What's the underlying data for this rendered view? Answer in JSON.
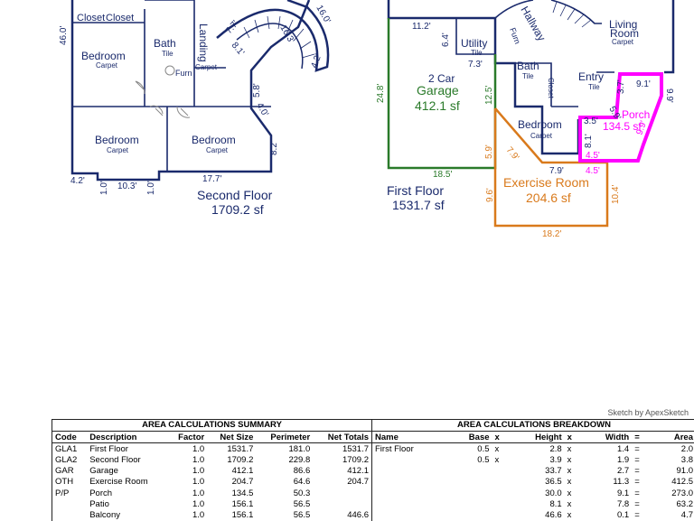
{
  "credit": "Sketch by ApexSketch",
  "second_floor": {
    "title": "Second Floor",
    "area": "1709.2 sf",
    "rooms": {
      "closet1": "Closet",
      "closet2": "Closet",
      "bedroom1": "Bedroom",
      "bedroom1_floor": "Carpet",
      "bath": "Bath",
      "bath_floor": "Tile",
      "furn": "Furn",
      "landing": "Landing",
      "landing_floor": "Carpet",
      "bedroom2": "Bedroom",
      "bedroom2_floor": "Carpet",
      "bedroom3": "Bedroom",
      "bedroom3_floor": "Carpet"
    },
    "dims": {
      "d46": "46.0'",
      "d77": "7.7'",
      "d163": "16.3'",
      "d160": "16.0'",
      "d81": "8.1'",
      "d42a": "4.2'",
      "d58": "5.8'",
      "d40": "4.0'",
      "d82": "8.2'",
      "d42b": "4.2'",
      "d10a": "1.0'",
      "d103": "10.3'",
      "d10b": "1.0'",
      "d177": "17.7'"
    }
  },
  "first_floor": {
    "title": "First Floor",
    "area": "1531.7 sf",
    "rooms": {
      "hallway": "Hallway",
      "furn": "Furn",
      "utility": "Utility",
      "utility_floor": "Tile",
      "garage1": "2 Car",
      "garage2": "Garage",
      "garage_area": "412.1 sf",
      "bath": "Bath",
      "bath_floor": "Tile",
      "closet": "Closet",
      "entry": "Entry",
      "entry_floor": "Tile",
      "living1": "Living",
      "living2": "Room",
      "living_floor": "Carpet",
      "bedroom": "Bedroom",
      "bedroom_floor": "Carpet",
      "porch": "Porch",
      "porch_area": "134.5 sf",
      "exercise": "Exercise Room",
      "exercise_area": "204.6 sf"
    },
    "dims": {
      "d112": "11.2'",
      "d64": "6.4'",
      "d73": "7.3'",
      "d248": "24.8'",
      "d125": "12.5'",
      "d185": "18.5'",
      "d59": "5.9'",
      "d79a": "7.9'",
      "d79b": "7.9'",
      "d96": "9.6'",
      "d182": "18.2'",
      "d104": "10.4'",
      "d91": "9.1'",
      "d37": "3.7'",
      "d99a": "9.9'",
      "d99b": "9.9'",
      "d35": "3.5'",
      "d59b": "5.9'",
      "d81": "8.1'",
      "d45a": "4.5'",
      "d45b": "4.5'"
    }
  },
  "summary": {
    "caption": "AREA CALCULATIONS SUMMARY",
    "headers": [
      "Code",
      "Description",
      "Factor",
      "Net Size",
      "Perimeter",
      "Net Totals"
    ],
    "rows": [
      [
        "GLA1",
        "First Floor",
        "1.0",
        "1531.7",
        "181.0",
        "1531.7"
      ],
      [
        "GLA2",
        "Second Floor",
        "1.0",
        "1709.2",
        "229.8",
        "1709.2"
      ],
      [
        "GAR",
        "Garage",
        "1.0",
        "412.1",
        "86.6",
        "412.1"
      ],
      [
        "OTH",
        "Exercise Room",
        "1.0",
        "204.7",
        "64.6",
        "204.7"
      ],
      [
        "P/P",
        "Porch",
        "1.0",
        "134.5",
        "50.3",
        ""
      ],
      [
        "",
        "Patio",
        "1.0",
        "156.1",
        "56.5",
        ""
      ],
      [
        "",
        "Balcony",
        "1.0",
        "156.1",
        "56.5",
        "446.6"
      ]
    ]
  },
  "breakdown": {
    "caption": "AREA CALCULATIONS BREAKDOWN",
    "headers": [
      "Name",
      "Base",
      "x",
      "Height",
      "x",
      "Width",
      "=",
      "Area"
    ],
    "rows": [
      [
        "First Floor",
        "0.5",
        "x",
        "2.8",
        "x",
        "1.4",
        "=",
        "2.0"
      ],
      [
        "",
        "0.5",
        "x",
        "3.9",
        "x",
        "1.9",
        "=",
        "3.8"
      ],
      [
        "",
        "",
        "",
        "33.7",
        "x",
        "2.7",
        "=",
        "91.0"
      ],
      [
        "",
        "",
        "",
        "36.5",
        "x",
        "11.3",
        "=",
        "412.5"
      ],
      [
        "",
        "",
        "",
        "30.0",
        "x",
        "9.1",
        "=",
        "273.0"
      ],
      [
        "",
        "",
        "",
        "8.1",
        "x",
        "7.8",
        "=",
        "63.2"
      ],
      [
        "",
        "",
        "",
        "46.6",
        "x",
        "0.1",
        "=",
        "4.7"
      ]
    ]
  },
  "colors": {
    "wall": "#1a2a6c",
    "garage": "#2a7a2a",
    "exercise": "#d97a1c",
    "porch": "#ff00ff",
    "text": "#1a2a6c"
  }
}
